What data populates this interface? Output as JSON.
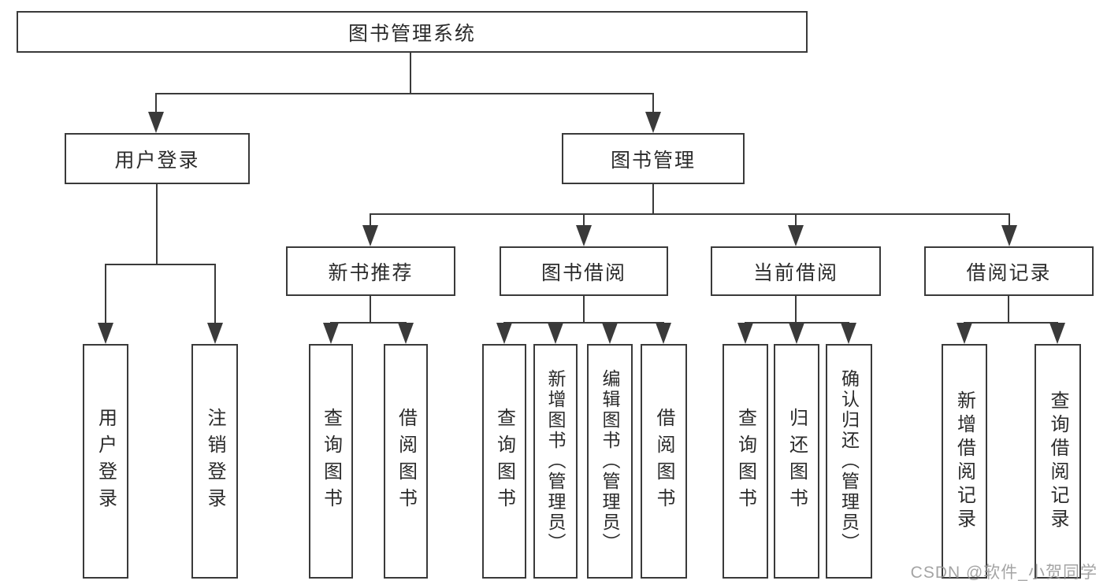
{
  "tree": {
    "label": "图书管理系统",
    "children": [
      {
        "label": "用户登录",
        "children": [
          {
            "label": "用户登录"
          },
          {
            "label": "注销登录"
          }
        ]
      },
      {
        "label": "图书管理",
        "children": [
          {
            "label": "新书推荐",
            "children": [
              {
                "label": "查询图书"
              },
              {
                "label": "借阅图书"
              }
            ]
          },
          {
            "label": "图书借阅",
            "children": [
              {
                "label": "查询图书"
              },
              {
                "label": "新增图书（管理员）"
              },
              {
                "label": "编辑图书（管理员）"
              },
              {
                "label": "借阅图书"
              }
            ]
          },
          {
            "label": "当前借阅",
            "children": [
              {
                "label": "查询图书"
              },
              {
                "label": "归还图书"
              },
              {
                "label": "确认归还（管理员）"
              }
            ]
          },
          {
            "label": "借阅记录",
            "children": [
              {
                "label": "新增借阅记录"
              },
              {
                "label": "查询借阅记录"
              }
            ]
          }
        ]
      }
    ]
  },
  "watermark": {
    "text": "CSDN @软件_小贺同学"
  },
  "colors": {
    "line": "#3a3a3a",
    "text": "#2b2b2b",
    "background": "#ffffff",
    "watermark": "#949494"
  }
}
